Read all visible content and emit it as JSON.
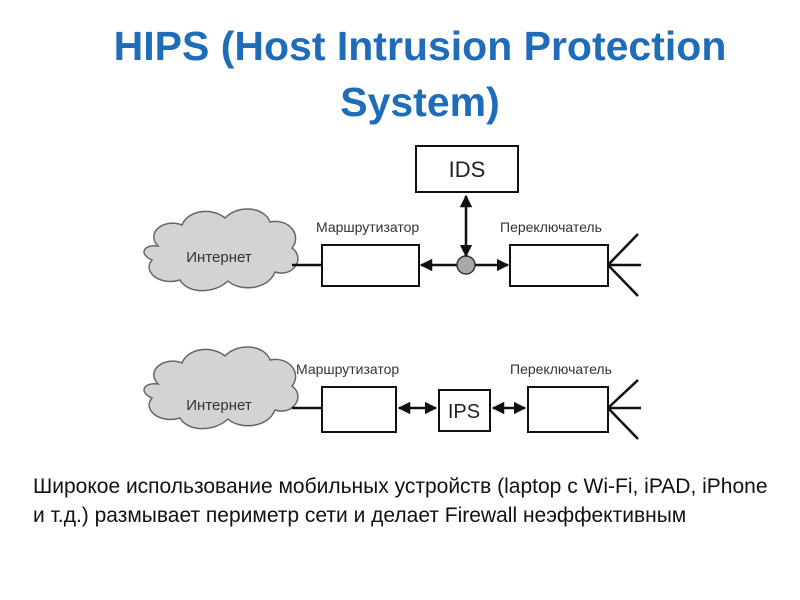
{
  "title": {
    "line1": "HIPS (Host Intrusion Protection",
    "line2": "System)"
  },
  "diagram_top": {
    "cloud_label": "Интернет",
    "router_label": "Маршрутизатор",
    "switch_label": "Переключатель",
    "ids_label": "IDS"
  },
  "diagram_bottom": {
    "cloud_label": "Интернет",
    "router_label": "Маршрутизатор",
    "switch_label": "Переключатель",
    "ips_label": "IPS"
  },
  "caption": "Широкое использование мобильных устройств (laptop с Wi-Fi, iPAD, iPhone и т.д.) размывает периметр сети и делает Firewall неэффективным",
  "colors": {
    "title": "#1f6cb8",
    "cloud_fill": "#d3d3d3",
    "node_fill": "#a9a9a9"
  }
}
